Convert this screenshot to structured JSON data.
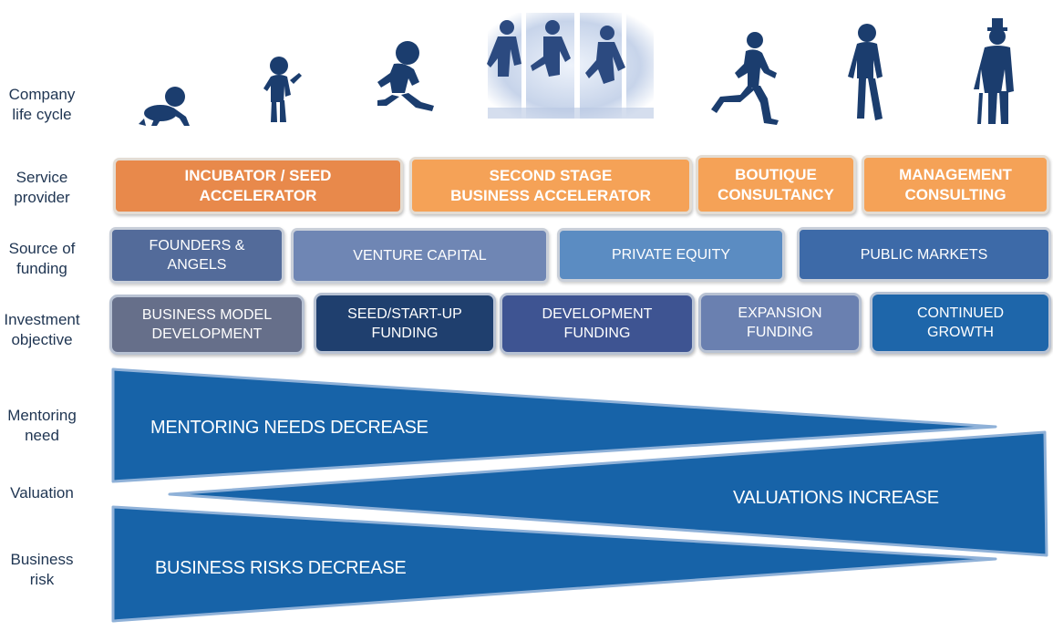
{
  "row_labels": {
    "life_cycle": "Company\nlife cycle",
    "service_provider": "Service\nprovider",
    "funding": "Source of\nfunding",
    "investment": "Investment\nobjective",
    "mentoring": "Mentoring\nneed",
    "valuation": "Valuation",
    "risk": "Business\nrisk"
  },
  "life_stages": [
    "baby-crawling-icon",
    "toddler-walking-icon",
    "child-jumping-icon",
    "teens-jumping-photo",
    "adult-running-icon",
    "man-walking-icon",
    "elder-walking-cane-icon"
  ],
  "service_providers": [
    {
      "label": "INCUBATOR  / SEED\nACCELERATOR",
      "color": "#e8894b"
    },
    {
      "label": "SECOND STAGE\nBUSINESS ACCELERATOR",
      "color": "#f5a257"
    },
    {
      "label": "BOUTIQUE\nCONSULTANCY",
      "color": "#f5a257"
    },
    {
      "label": "MANAGEMENT\nCONSULTING",
      "color": "#f5a257"
    }
  ],
  "funding_sources": [
    {
      "label": "FOUNDERS &\nANGELS",
      "color": "#536b9a"
    },
    {
      "label": "VENTURE CAPITAL",
      "color": "#6f86b4"
    },
    {
      "label": "PRIVATE EQUITY",
      "color": "#5b8cc2"
    },
    {
      "label": "PUBLIC MARKETS",
      "color": "#3d6aa8"
    }
  ],
  "investment_objectives": [
    {
      "label": "BUSINESS MODEL\nDEVELOPMENT",
      "color": "#666f8a"
    },
    {
      "label": "SEED/START-UP\nFUNDING",
      "color": "#1f3f6e"
    },
    {
      "label": "DEVELOPMENT\nFUNDING",
      "color": "#3e5492"
    },
    {
      "label": "EXPANSION\nFUNDING",
      "color": "#6a80b0"
    },
    {
      "label": "CONTINUED\nGROWTH",
      "color": "#1e66aa"
    }
  ],
  "wedges": {
    "mentoring": "MENTORING NEEDS DECREASE",
    "valuation": "VALUATIONS INCREASE",
    "risk": "BUSINESS RISKS DECREASE",
    "fill_color": "#1763a8",
    "border_color": "#8fb1d8"
  },
  "silhouette_color": "#1b3d6e"
}
